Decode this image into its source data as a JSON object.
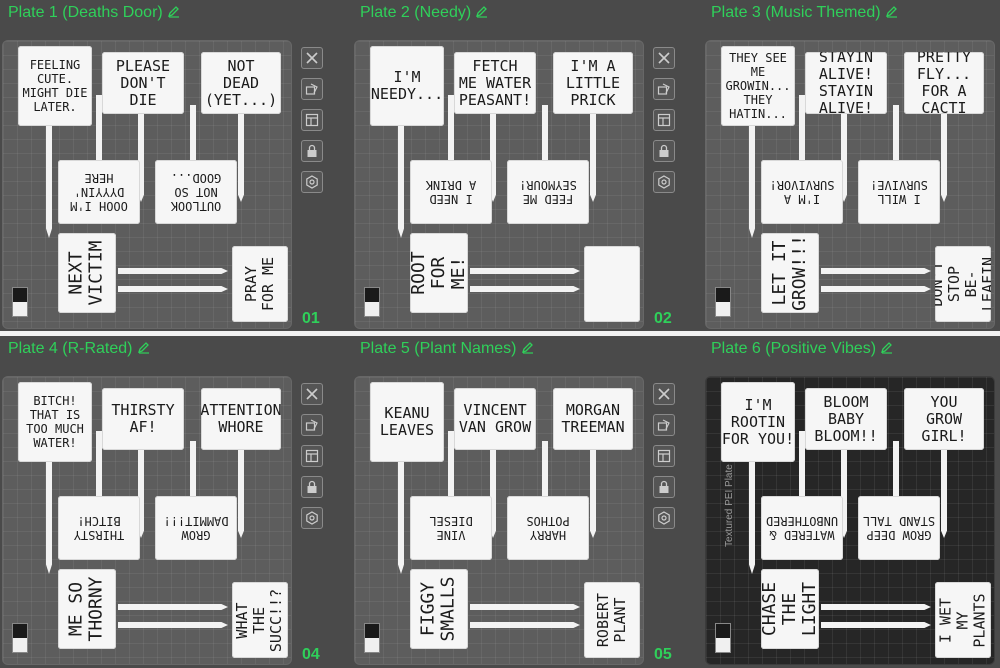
{
  "colors": {
    "title": "#2fd05a",
    "sign": "#f6f6f6",
    "bed": "#5d5d5d",
    "divider": "#f2f2f2"
  },
  "toolbar_icons": [
    "close-icon",
    "orient-icon",
    "arrange-icon",
    "lock-icon",
    "settings-icon"
  ],
  "plates": [
    {
      "title": "Plate 1 (Deaths Door)",
      "number": "01",
      "signs": {
        "top": [
          "FEELING\nCUTE.\nMIGHT DIE\nLATER.",
          "PLEASE\nDON'T\nDIE",
          "NOT\nDEAD\n(YET...)"
        ],
        "mid": [
          "OOOH I'M\nDYYYIN'\nHERE",
          "OUTLOOK\nNOT SO\nGOOD..."
        ],
        "bottom_left": "NEXT\nVICTIM",
        "bottom_right": "PRAY\nFOR ME"
      }
    },
    {
      "title": "Plate 2 (Needy)",
      "number": "02",
      "signs": {
        "top": [
          "I'M\nNEEDY...",
          "FETCH\nME WATER\nPEASANT!",
          "I'M A\nLITTLE\nPRICK"
        ],
        "mid": [
          "I NEED\nA DRINK",
          "FEED ME\nSEYMOUR!"
        ],
        "bottom_left": "ROOT\nFOR ME!",
        "bottom_right": ""
      }
    },
    {
      "title": "Plate 3 (Music Themed)",
      "number": "",
      "signs": {
        "top": [
          "THEY SEE ME\nGROWIN...\nTHEY\nHATIN...",
          "STAYIN\nALIVE!\nSTAYIN\nALIVE!",
          "PRETTY\nFLY...\nFOR A\nCACTI"
        ],
        "mid": [
          "I'M A\nSURVIVOR!",
          "I WILL\nSURVIVE!"
        ],
        "bottom_left": "LET IT\nGROW!!!",
        "bottom_right": "DON'T STOP\nBE-LEAFIN"
      }
    },
    {
      "title": "Plate 4 (R-Rated)",
      "number": "04",
      "signs": {
        "top": [
          "BITCH!\nTHAT IS\nTOO MUCH\nWATER!",
          "THIRSTY\nAF!",
          "ATTENTION\nWHORE"
        ],
        "mid": [
          "THIRSTY\nBITCH!",
          "GROW\nDAMMIT!!!"
        ],
        "bottom_left": "ME SO\nTHORNY",
        "bottom_right": "WHAT THE\nSUCC!!?"
      }
    },
    {
      "title": "Plate 5 (Plant Names)",
      "number": "05",
      "signs": {
        "top": [
          "KEANU\nLEAVES",
          "VINCENT\nVAN GROW",
          "MORGAN\nTREEMAN"
        ],
        "mid": [
          "VINE\nDIESEL",
          "HARRY\nPOTHOS"
        ],
        "bottom_left": "FIGGY\nSMALLS",
        "bottom_right": "ROBERT\nPLANT"
      }
    },
    {
      "title": "Plate 6 (Positive Vibes)",
      "number": "",
      "bed_label": "Textured PEI Plate",
      "signs": {
        "top": [
          "I'M ROOTIN\nFOR YOU!",
          "BLOOM\nBABY\nBLOOM!!",
          "YOU\nGROW\nGIRL!"
        ],
        "mid": [
          "WATERED &\nUNBOTHERED",
          "GROW DEEP\nSTAND TALL"
        ],
        "bottom_left": "CHASE THE\nLIGHT",
        "bottom_right": "I WET MY\nPLANTS"
      }
    }
  ]
}
